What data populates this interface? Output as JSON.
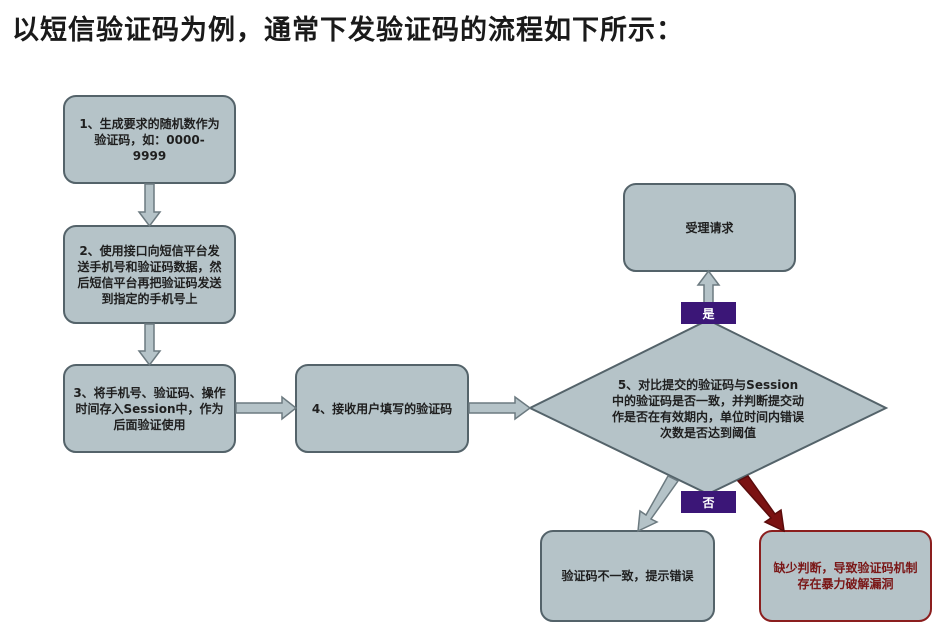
{
  "title": "以短信验证码为例，通常下发验证码的流程如下所示：",
  "nodes": {
    "step1": "1、生成要求的随机数作为验证码，如：0000-9999",
    "step2": "2、使用接口向短信平台发送手机号和验证码数据，然后短信平台再把验证码发送到指定的手机号上",
    "step3": "3、将手机号、验证码、操作时间存入Session中，作为后面验证使用",
    "step4": "4、接收用户填写的验证码",
    "step5": "5、对比提交的验证码与Session中的验证码是否一致，并判断提交动作是否在有效期内，单位时间内错误次数是否达到阈值",
    "accept": "受理请求",
    "mismatch": "验证码不一致，提示错误",
    "flaw": "缺少判断，导致验证码机制存在暴力破解漏洞"
  },
  "labels": {
    "yes": "是",
    "no": "否"
  },
  "colors": {
    "node_fill": "#b5c3c8",
    "node_stroke": "#54636a",
    "badge_fill": "#3b1677",
    "warn_stroke": "#8b1e1e",
    "warn_arrow": "#7b1212"
  }
}
